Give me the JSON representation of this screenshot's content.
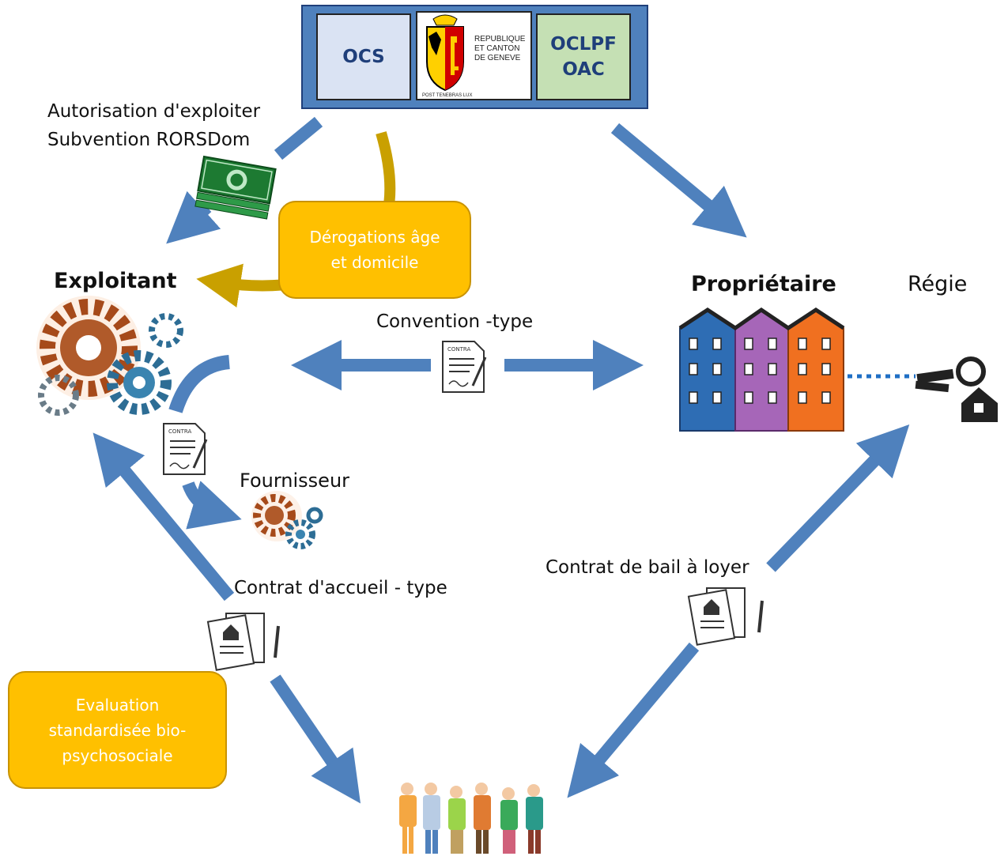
{
  "top_panel": {
    "ocs": "OCS",
    "geneve_lines": [
      "REPUBLIQUE",
      "ET CANTON",
      "DE GENEVE"
    ],
    "geneve_motto": "POST TENEBRAS LUX",
    "oclpf_line1": "OCLPF",
    "oclpf_line2": "OAC"
  },
  "labels": {
    "autorisation": "Autorisation d'exploiter",
    "subvention": "Subvention RORSDom",
    "exploitant": "Exploitant",
    "proprietaire": "Propriétaire",
    "regie": "Régie",
    "convention": "Convention -type",
    "fournisseur": "Fournisseur",
    "contrat_accueil": "Contrat d'accueil - type",
    "contrat_bail": "Contrat de bail à loyer"
  },
  "boxes": {
    "derogations_line1": "Dérogations âge",
    "derogations_line2": "et domicile",
    "evaluation_line1": "Evaluation",
    "evaluation_line2": "standardisée bio-",
    "evaluation_line3": "psychosociale"
  },
  "document_header": "CONTRA",
  "colors": {
    "arrow_blue": "#4f81bd",
    "arrow_gold": "#c9a000",
    "box_yellow": "#ffc000",
    "ocs_fill": "#dae3f3",
    "oclpf_fill": "#c5e0b4",
    "building_blue": "#2e6db4",
    "building_purple": "#a666b8",
    "building_orange": "#f07020",
    "dotted_line": "#1f6fc5"
  }
}
